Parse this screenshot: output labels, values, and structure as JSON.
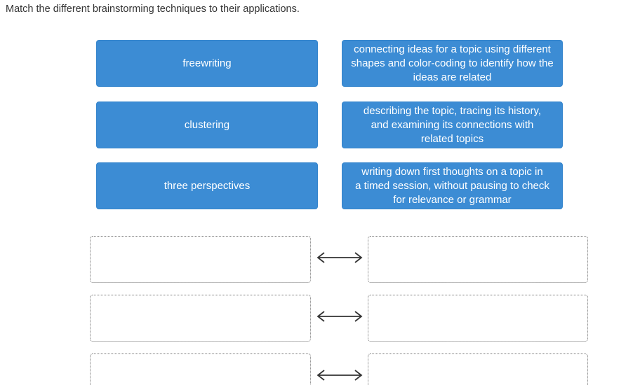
{
  "page": {
    "title": "Match the different brainstorming techniques to their applications."
  },
  "colors": {
    "tile_background": "#3c8cd4",
    "tile_text": "#ffffff",
    "title_text": "#333333",
    "arrow": "#333333",
    "slot_border": "#777777",
    "page_background": "#ffffff"
  },
  "terms": [
    {
      "label": "freewriting"
    },
    {
      "label": "clustering"
    },
    {
      "label": "three perspectives"
    }
  ],
  "definitions": [
    {
      "label": "connecting ideas for a topic using different\nshapes and color-coding to identify how the\nideas are related"
    },
    {
      "label": "describing the topic, tracing its history,\nand examining its connections with\nrelated topics"
    },
    {
      "label": "writing down first thoughts on a topic in\na timed session, without pausing to check\nfor relevance or grammar"
    }
  ],
  "match_slots": [
    {
      "left_value": "",
      "right_value": ""
    },
    {
      "left_value": "",
      "right_value": ""
    },
    {
      "left_value": "",
      "right_value": ""
    }
  ],
  "icons": {
    "match_arrow": "left-right-arrow"
  }
}
